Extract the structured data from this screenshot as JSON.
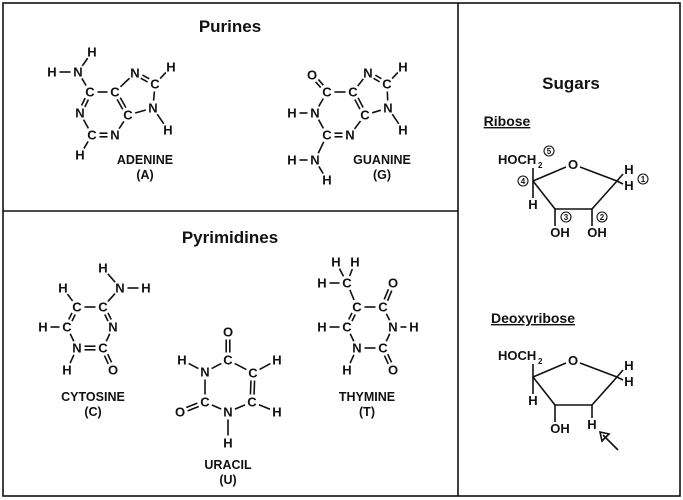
{
  "sections": {
    "purines_title": "Purines",
    "pyrimidines_title": "Pyrimidines",
    "sugars_title": "Sugars"
  },
  "molecules": {
    "adenine": {
      "name": "ADENINE",
      "abbr": "(A)",
      "atoms": [
        "H",
        "H",
        "N",
        "C",
        "C",
        "N",
        "C",
        "H",
        "N",
        "H",
        "C",
        "N",
        "C",
        "N",
        "H"
      ]
    },
    "guanine": {
      "name": "GUANINE",
      "abbr": "(G)",
      "atoms": [
        "O",
        "C",
        "C",
        "N",
        "C",
        "H",
        "N",
        "H",
        "C",
        "N",
        "C",
        "N",
        "H",
        "N",
        "H",
        "H"
      ]
    },
    "cytosine": {
      "name": "CYTOSINE",
      "abbr": "(C)",
      "atoms": [
        "H",
        "N",
        "H",
        "C",
        "C",
        "H",
        "C",
        "H",
        "N",
        "H",
        "C",
        "O",
        "N"
      ]
    },
    "uracil": {
      "name": "URACIL",
      "abbr": "(U)",
      "atoms": [
        "O",
        "C",
        "N",
        "H",
        "C",
        "O",
        "N",
        "H",
        "C",
        "H",
        "C",
        "H"
      ]
    },
    "thymine": {
      "name": "THYMINE",
      "abbr": "(T)",
      "atoms": [
        "H",
        "H",
        "H",
        "C",
        "C",
        "C",
        "O",
        "N",
        "H",
        "C",
        "O",
        "N",
        "H",
        "C",
        "H"
      ]
    }
  },
  "sugars": {
    "ribose": {
      "name": "Ribose",
      "labels": [
        "HOCH",
        "2",
        "O",
        "H",
        "H",
        "H",
        "OH",
        "OH"
      ],
      "numbers": [
        "5",
        "4",
        "3",
        "2",
        "1"
      ]
    },
    "deoxyribose": {
      "name": "Deoxyribose",
      "labels": [
        "HOCH",
        "2",
        "O",
        "H",
        "H",
        "H",
        "OH",
        "H"
      ]
    }
  }
}
